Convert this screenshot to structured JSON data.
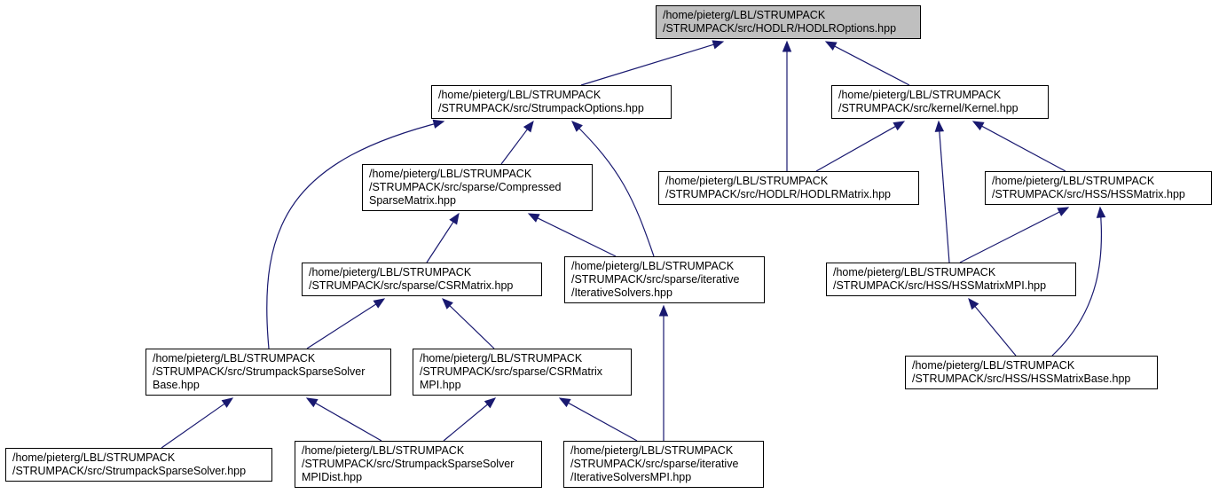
{
  "graph": {
    "edge_color": "#191970",
    "root_fill": "#bfbfbf",
    "node_fill": "#ffffff",
    "nodes": [
      {
        "id": "hodlr_options",
        "lines": [
          "/home/pieterg/LBL/STRUMPACK",
          "/STRUMPACK/src/HODLR/HODLROptions.hpp"
        ],
        "root": true
      },
      {
        "id": "strumpack_options",
        "lines": [
          "/home/pieterg/LBL/STRUMPACK",
          "/STRUMPACK/src/StrumpackOptions.hpp"
        ]
      },
      {
        "id": "kernel",
        "lines": [
          "/home/pieterg/LBL/STRUMPACK",
          "/STRUMPACK/src/kernel/Kernel.hpp"
        ]
      },
      {
        "id": "compressed_sparse_matrix",
        "lines": [
          "/home/pieterg/LBL/STRUMPACK",
          "/STRUMPACK/src/sparse/Compressed",
          "SparseMatrix.hpp"
        ]
      },
      {
        "id": "hodlr_matrix",
        "lines": [
          "/home/pieterg/LBL/STRUMPACK",
          "/STRUMPACK/src/HODLR/HODLRMatrix.hpp"
        ]
      },
      {
        "id": "hss_matrix",
        "lines": [
          "/home/pieterg/LBL/STRUMPACK",
          "/STRUMPACK/src/HSS/HSSMatrix.hpp"
        ]
      },
      {
        "id": "csr_matrix",
        "lines": [
          "/home/pieterg/LBL/STRUMPACK",
          "/STRUMPACK/src/sparse/CSRMatrix.hpp"
        ]
      },
      {
        "id": "iterative_solvers",
        "lines": [
          "/home/pieterg/LBL/STRUMPACK",
          "/STRUMPACK/src/sparse/iterative",
          "/IterativeSolvers.hpp"
        ]
      },
      {
        "id": "hss_matrix_mpi",
        "lines": [
          "/home/pieterg/LBL/STRUMPACK",
          "/STRUMPACK/src/HSS/HSSMatrixMPI.hpp"
        ]
      },
      {
        "id": "sparse_solver_base",
        "lines": [
          "/home/pieterg/LBL/STRUMPACK",
          "/STRUMPACK/src/StrumpackSparseSolver",
          "Base.hpp"
        ]
      },
      {
        "id": "csr_matrix_mpi",
        "lines": [
          "/home/pieterg/LBL/STRUMPACK",
          "/STRUMPACK/src/sparse/CSRMatrix",
          "MPI.hpp"
        ]
      },
      {
        "id": "hss_matrix_base",
        "lines": [
          "/home/pieterg/LBL/STRUMPACK",
          "/STRUMPACK/src/HSS/HSSMatrixBase.hpp"
        ]
      },
      {
        "id": "sparse_solver",
        "lines": [
          "/home/pieterg/LBL/STRUMPACK",
          "/STRUMPACK/src/StrumpackSparseSolver.hpp"
        ]
      },
      {
        "id": "sparse_solver_mpi_dist",
        "lines": [
          "/home/pieterg/LBL/STRUMPACK",
          "/STRUMPACK/src/StrumpackSparseSolver",
          "MPIDist.hpp"
        ]
      },
      {
        "id": "iterative_solvers_mpi",
        "lines": [
          "/home/pieterg/LBL/STRUMPACK",
          "/STRUMPACK/src/sparse/iterative",
          "/IterativeSolversMPI.hpp"
        ]
      }
    ],
    "edges": [
      {
        "from": "strumpack_options",
        "to": "hodlr_options"
      },
      {
        "from": "hodlr_matrix",
        "to": "hodlr_options"
      },
      {
        "from": "kernel",
        "to": "hodlr_options"
      },
      {
        "from": "sparse_solver_base",
        "to": "strumpack_options"
      },
      {
        "from": "compressed_sparse_matrix",
        "to": "strumpack_options"
      },
      {
        "from": "iterative_solvers",
        "to": "strumpack_options"
      },
      {
        "from": "hodlr_matrix",
        "to": "kernel"
      },
      {
        "from": "hss_matrix_mpi",
        "to": "kernel"
      },
      {
        "from": "hss_matrix",
        "to": "kernel"
      },
      {
        "from": "csr_matrix",
        "to": "compressed_sparse_matrix"
      },
      {
        "from": "iterative_solvers",
        "to": "compressed_sparse_matrix"
      },
      {
        "from": "hss_matrix_mpi",
        "to": "hss_matrix"
      },
      {
        "from": "hss_matrix_base",
        "to": "hss_matrix"
      },
      {
        "from": "sparse_solver_base",
        "to": "csr_matrix"
      },
      {
        "from": "csr_matrix_mpi",
        "to": "csr_matrix"
      },
      {
        "from": "iterative_solvers_mpi",
        "to": "iterative_solvers"
      },
      {
        "from": "hss_matrix_base",
        "to": "hss_matrix_mpi"
      },
      {
        "from": "sparse_solver",
        "to": "sparse_solver_base"
      },
      {
        "from": "sparse_solver_mpi_dist",
        "to": "sparse_solver_base"
      },
      {
        "from": "sparse_solver_mpi_dist",
        "to": "csr_matrix_mpi"
      },
      {
        "from": "iterative_solvers_mpi",
        "to": "csr_matrix_mpi"
      }
    ]
  }
}
